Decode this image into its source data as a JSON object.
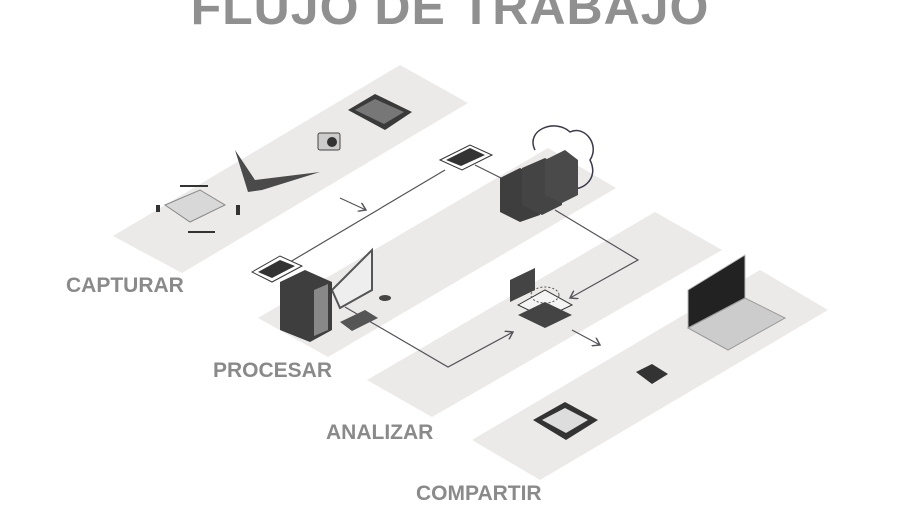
{
  "title": "FLUJO DE TRABAJO",
  "stages": [
    {
      "label": "CAPTURAR"
    },
    {
      "label": "PROCESAR"
    },
    {
      "label": "ANALIZAR"
    },
    {
      "label": "COMPARTIR"
    }
  ],
  "colors": {
    "slab": "#ebeae8",
    "icon_dark": "#3e3e3e",
    "text": "#8a8a8a",
    "line": "#55525a"
  }
}
